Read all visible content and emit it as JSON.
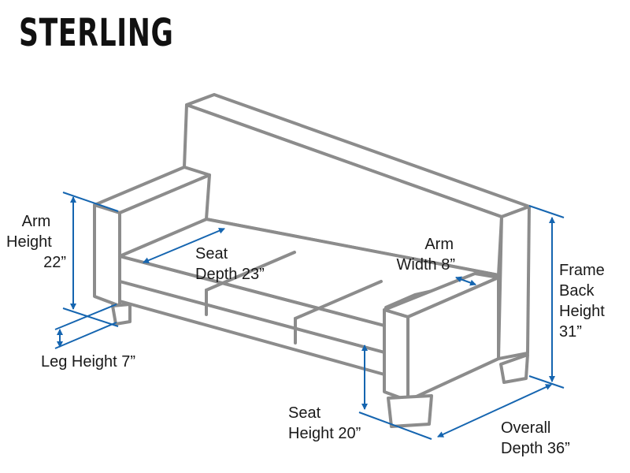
{
  "title": "STERLING",
  "colors": {
    "outline": "#8c8c8c",
    "dimension": "#1565b0",
    "text": "#1a1a1a"
  },
  "dimensions": {
    "arm_height": {
      "line1": "Arm",
      "line2": "Height",
      "line3": "22”"
    },
    "leg_height": {
      "line1": "Leg Height 7”"
    },
    "seat_depth": {
      "line1": "Seat",
      "line2": "Depth 23”"
    },
    "arm_width": {
      "line1": "Arm",
      "line2": "Width 8”"
    },
    "frame_back": {
      "line1": "Frame",
      "line2": "Back",
      "line3": "Height",
      "line4": "31”"
    },
    "seat_height": {
      "line1": "Seat",
      "line2": "Height 20”"
    },
    "overall_depth": {
      "line1": "Overall",
      "line2": "Depth 36”"
    }
  }
}
